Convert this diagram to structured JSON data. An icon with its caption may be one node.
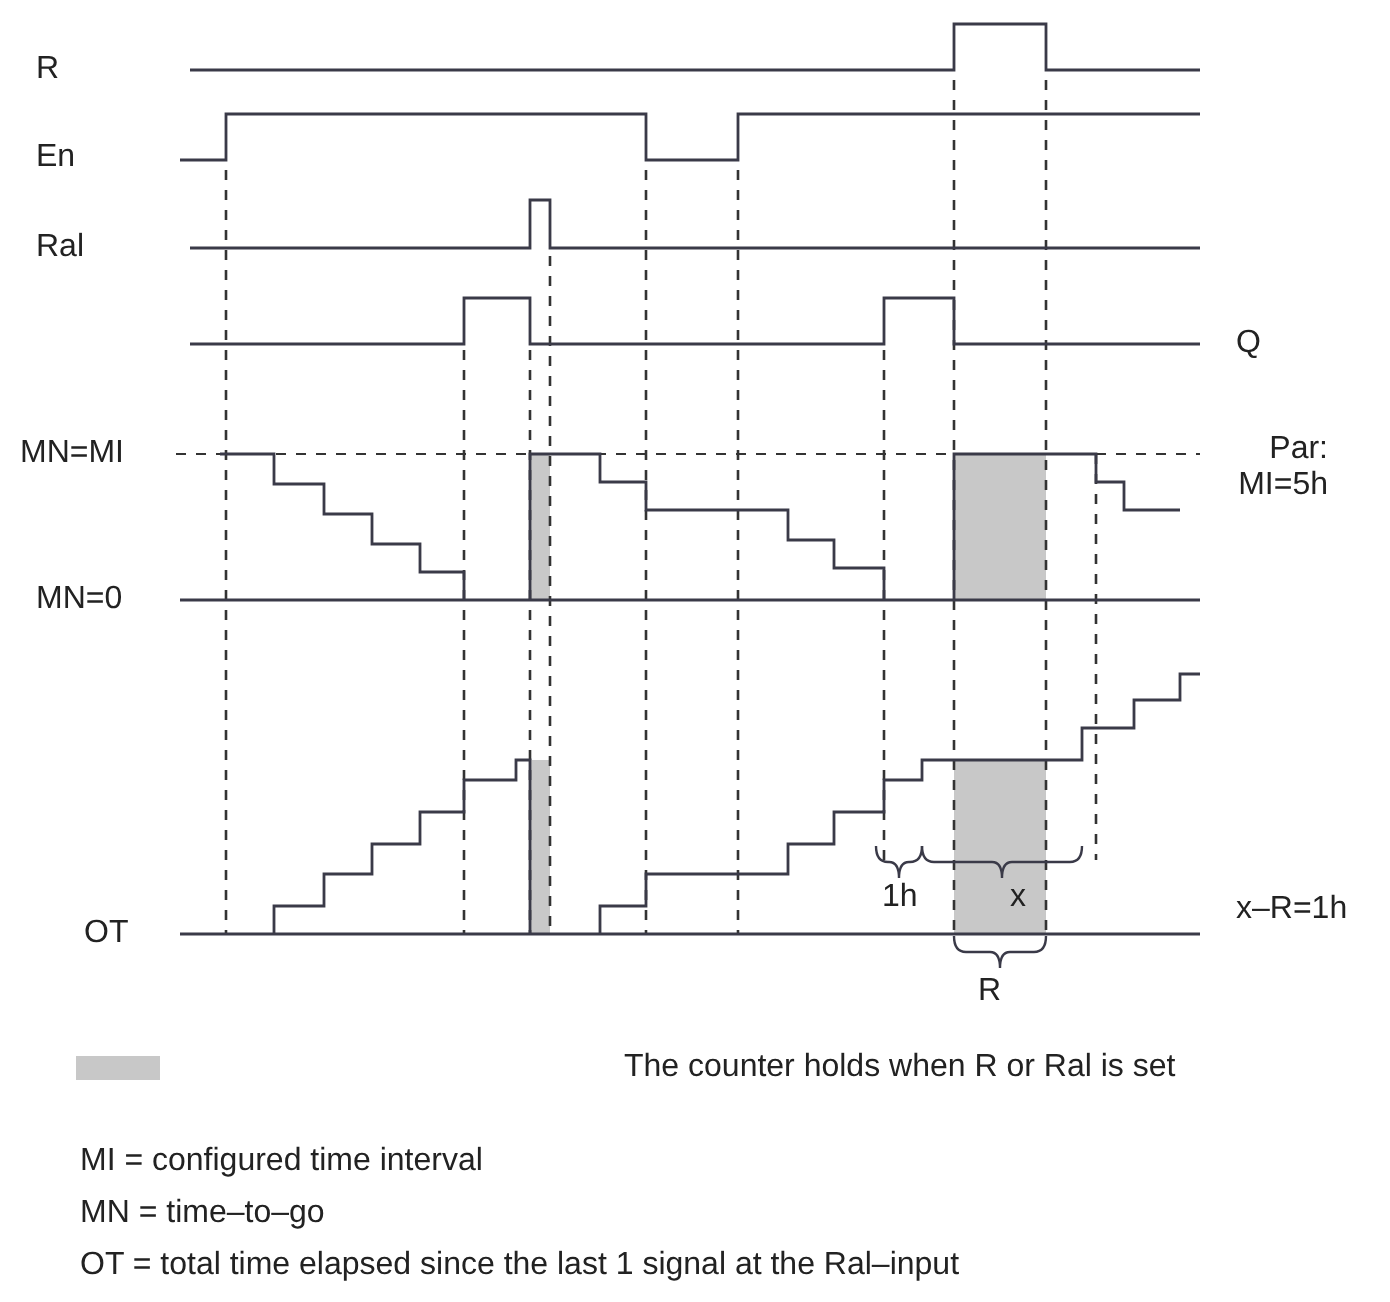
{
  "diagram": {
    "labels": [
      "R",
      "En",
      "Ral",
      "Q",
      "MN=MI",
      "Par: MI=5h",
      "MN=0",
      "1h",
      "x",
      "OT",
      "x–R=1h",
      "R",
      "MI = configured time interval",
      "MN = time–to–go",
      "OT = total time elapsed since the last 1 signal at the Ral–input"
    ],
    "legend": [
      {
        "text": "The counter holds when R or Ral is set",
        "color": "#c8c8c8"
      }
    ]
  }
}
